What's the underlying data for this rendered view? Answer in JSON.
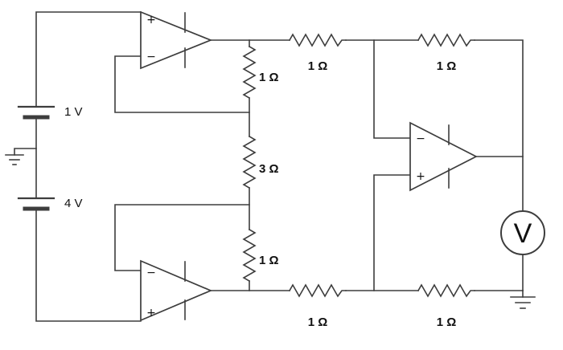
{
  "diagram": {
    "background": "#ffffff",
    "line_color": "#3d3d3d",
    "text_color": "#111111"
  },
  "sources": {
    "v1_label": "1 V",
    "v2_label": "4 V"
  },
  "resistors": {
    "vertical_top": "1 Ω",
    "vertical_middle": "3 Ω",
    "vertical_bottom": "1 Ω",
    "top_left": "1 Ω",
    "top_right": "1 Ω",
    "bottom_left": "1 Ω",
    "bottom_right": "1 Ω"
  },
  "opamp_symbols": {
    "plus": "+",
    "minus": "−"
  },
  "voltmeter": {
    "label": "V"
  }
}
